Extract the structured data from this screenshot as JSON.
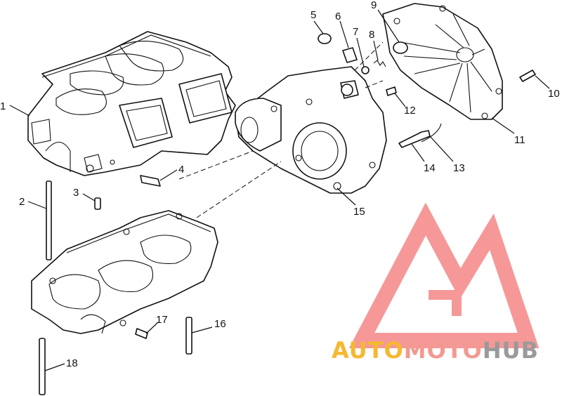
{
  "callouts": [
    {
      "id": "1",
      "label": "1"
    },
    {
      "id": "2",
      "label": "2"
    },
    {
      "id": "3",
      "label": "3"
    },
    {
      "id": "4",
      "label": "4"
    },
    {
      "id": "5",
      "label": "5"
    },
    {
      "id": "6",
      "label": "6"
    },
    {
      "id": "7",
      "label": "7"
    },
    {
      "id": "8",
      "label": "8"
    },
    {
      "id": "9",
      "label": "9"
    },
    {
      "id": "10",
      "label": "10"
    },
    {
      "id": "11",
      "label": "11"
    },
    {
      "id": "12",
      "label": "12"
    },
    {
      "id": "13",
      "label": "13"
    },
    {
      "id": "14",
      "label": "14"
    },
    {
      "id": "15",
      "label": "15"
    },
    {
      "id": "16",
      "label": "16"
    },
    {
      "id": "17",
      "label": "17"
    },
    {
      "id": "18",
      "label": "18"
    }
  ],
  "watermark": {
    "part1": "AUTO",
    "part2": "MOTO",
    "part3": "HUB",
    "color1": "#f5b830",
    "color2": "#f29a92",
    "color3": "#9a9a9a",
    "logo_color": "#ef4444"
  }
}
